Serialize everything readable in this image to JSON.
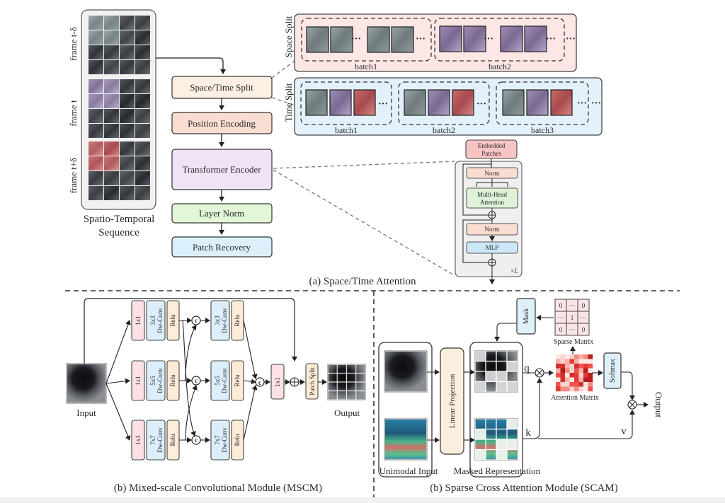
{
  "colors": {
    "split_fill": "#fdf0e3",
    "pos_fill": "#f9ddd0",
    "encoder_fill": "#f0e2f7",
    "layernorm_fill": "#e2f6d8",
    "recovery_fill": "#dcf0fb",
    "space_panel_fill": "#fde6e6",
    "time_panel_fill": "#e3f1fb",
    "conv1x1_fill": "#fbe1e3",
    "dwconv_fill": "#dbeefa",
    "relu_fill": "#fcebd6",
    "mha_fill": "#dff2d8",
    "mlp_fill": "#cce8f7",
    "embed_fill": "#f7c4c4",
    "linear_fill": "#fbeedd",
    "mask_fill": "#dff0fa",
    "softmax_fill": "#dff0fa",
    "sparse_fill": "#fbe4e6",
    "outline": "#3a3a3a",
    "dash": "#777777"
  },
  "panel_a": {
    "caption": "(a) Space/Time Attention",
    "sequence": {
      "frames": [
        "frame t-δ",
        "frame t",
        "frame t+δ"
      ],
      "label_line1": "Spatio-Temporal",
      "label_line2": "Sequence"
    },
    "pipeline": [
      "Space/Time Split",
      "Position Encoding",
      "Transformer Encoder",
      "Layer Norm",
      "Patch Recovery"
    ],
    "space_split": {
      "title": "Space Split",
      "batches": [
        "batch1",
        "batch2"
      ],
      "ellipsis": "···"
    },
    "time_split": {
      "title": "Time Split",
      "batches": [
        "batch1",
        "batch2",
        "batch3"
      ],
      "ellipsis": "···"
    },
    "encoder_block": {
      "embedded_line1": "Embedded",
      "embedded_line2": "Patches",
      "norm1": "Norm",
      "mha_line1": "Multi-Head",
      "mha_line2": "Attention",
      "norm2": "Norm",
      "mlp": "MLP",
      "repeat": "×L"
    }
  },
  "panel_b_mscm": {
    "caption": "(b) Mixed-scale Convolutional Module (MSCM)",
    "input_label": "Input",
    "output_label": "Output",
    "branches": [
      {
        "conv": "1x1",
        "dw_line1": "3x3",
        "dw_line2": "Dw-Conv",
        "act": "Relu"
      },
      {
        "conv": "1x1",
        "dw_line1": "5x5",
        "dw_line2": "Dw-Conv",
        "act": "Relu"
      },
      {
        "conv": "1x1",
        "dw_line1": "7x7",
        "dw_line2": "Dw-Conv",
        "act": "Relu"
      }
    ],
    "concat_symbol": "c",
    "fuse_conv": "1x1",
    "patch_split": "Patch Split"
  },
  "panel_b_scam": {
    "caption": "(b) Sparse Cross Attention Module (SCAM)",
    "unimodal_label": "Unimodal Input",
    "linear_projection": "Linear Projection",
    "masked_label": "Masked Representation",
    "mask": "Mask",
    "sparse_matrix": {
      "label": "Sparse Matrix",
      "cells": [
        [
          "0",
          "···",
          "0"
        ],
        [
          "···",
          "1",
          "···"
        ],
        [
          "0",
          "···",
          "0"
        ]
      ]
    },
    "attention_label": "Attention Matrix",
    "softmax": "Softmax",
    "q": "q",
    "k": "k",
    "v": "v",
    "output": "Output"
  }
}
